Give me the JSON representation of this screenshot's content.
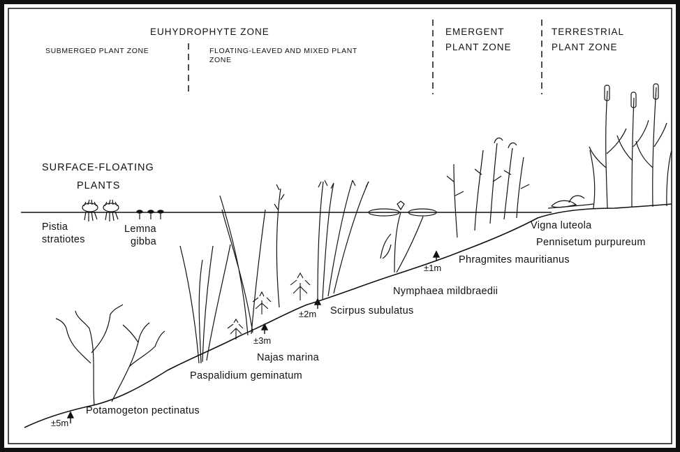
{
  "zones": {
    "euhydrophyte": "EUHYDROPHYTE ZONE",
    "submerged": "SUBMERGED PLANT ZONE",
    "floating_line1": "FLOATING-LEAVED AND MIXED PLANT",
    "floating_line2": "ZONE",
    "emergent_line1": "EMERGENT",
    "emergent_line2": "PLANT ZONE",
    "terrestrial_line1": "TERRESTRIAL",
    "terrestrial_line2": "PLANT ZONE"
  },
  "surface_floating": {
    "line1": "SURFACE-FLOATING",
    "line2": "PLANTS"
  },
  "species": {
    "pistia_1": "Pistia",
    "pistia_2": "stratiotes",
    "lemna_1": "Lemna",
    "lemna_2": "gibba",
    "vigna": "Vigna luteola",
    "pennisetum": "Pennisetum purpureum",
    "phragmites": "Phragmites mauritianus",
    "nymphaea": "Nymphaea mildbraedii",
    "scirpus": "Scirpus subulatus",
    "najas": "Najas marina",
    "paspalidium": "Paspalidium geminatum",
    "potamogeton": "Potamogeton pectinatus"
  },
  "depths": {
    "d1": "±1m",
    "d2": "±2m",
    "d3": "±3m",
    "d5": "±5m"
  },
  "colors": {
    "ink": "#111111",
    "background": "#ffffff"
  }
}
